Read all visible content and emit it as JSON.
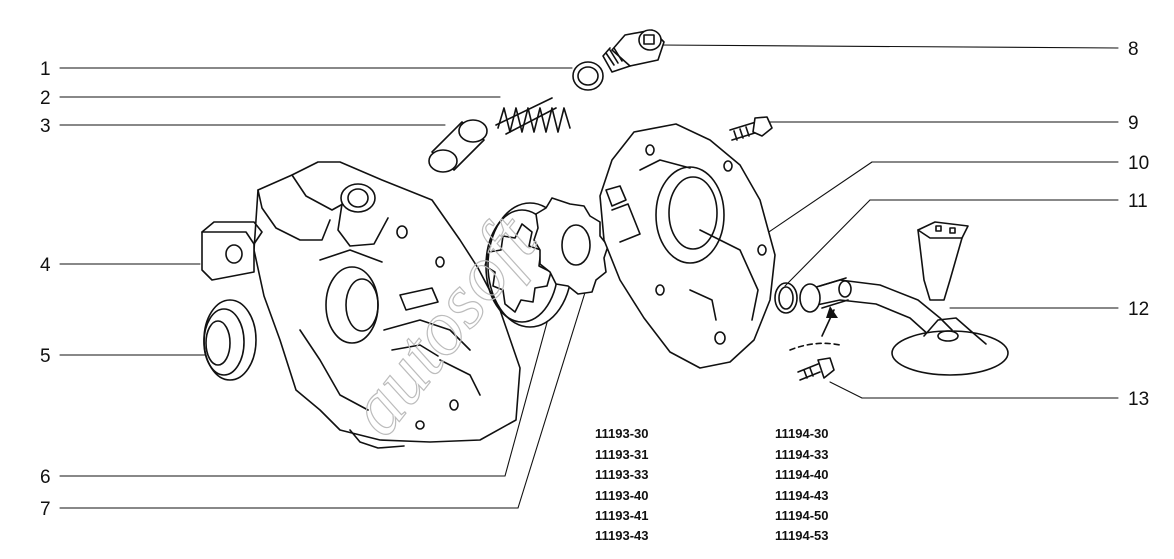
{
  "callouts": {
    "c1": "1",
    "c2": "2",
    "c3": "3",
    "c4": "4",
    "c5": "5",
    "c6": "6",
    "c7": "7",
    "c8": "8",
    "c9": "9",
    "c10": "10",
    "c11": "11",
    "c12": "12",
    "c13": "13"
  },
  "part_codes": {
    "left": [
      "11193-30",
      "11193-31",
      "11193-33",
      "11193-40",
      "11193-41",
      "11193-43"
    ],
    "right": [
      "11194-30",
      "11194-33",
      "11194-40",
      "11194-43",
      "11194-50",
      "11194-53"
    ]
  },
  "watermark": "autosoft",
  "colors": {
    "ink": "#111111",
    "watermark": "#bcbcbc"
  }
}
